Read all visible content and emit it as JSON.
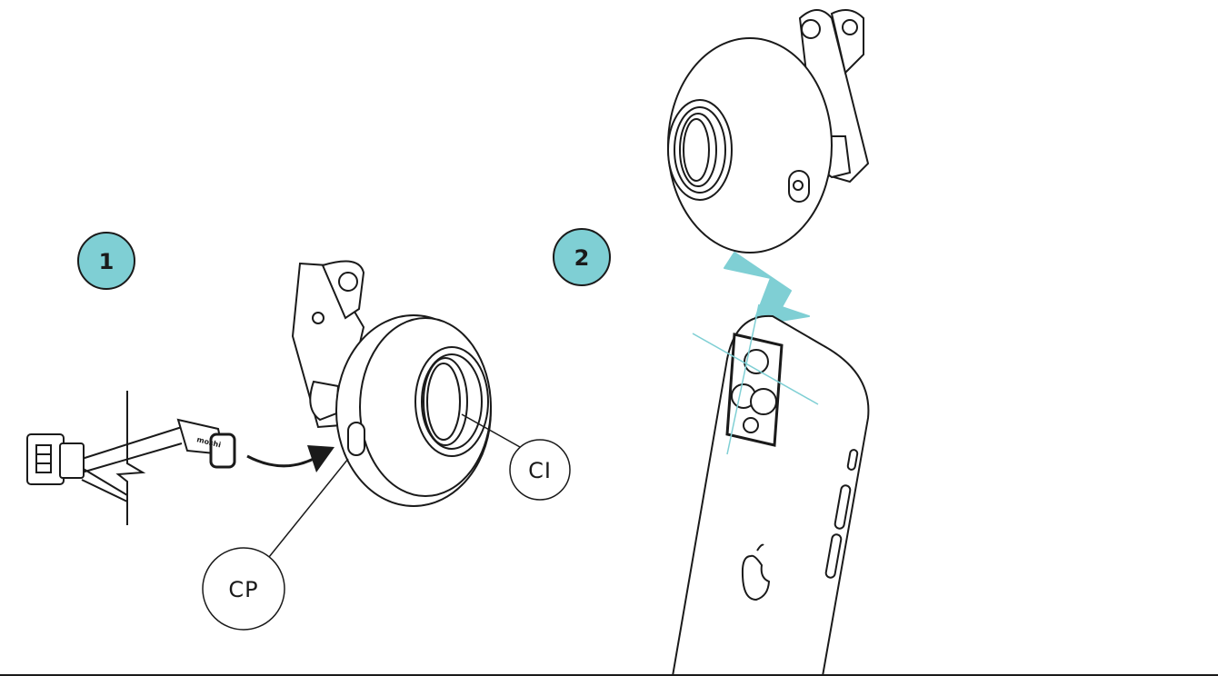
{
  "steps": [
    {
      "number": "1"
    },
    {
      "number": "2"
    }
  ],
  "callouts": {
    "ci": "CI",
    "cp": "CP"
  },
  "cable_brand": "moshi",
  "colors": {
    "accent": "#7fcfd4",
    "line": "#1a1a1a",
    "background": "#ffffff"
  }
}
